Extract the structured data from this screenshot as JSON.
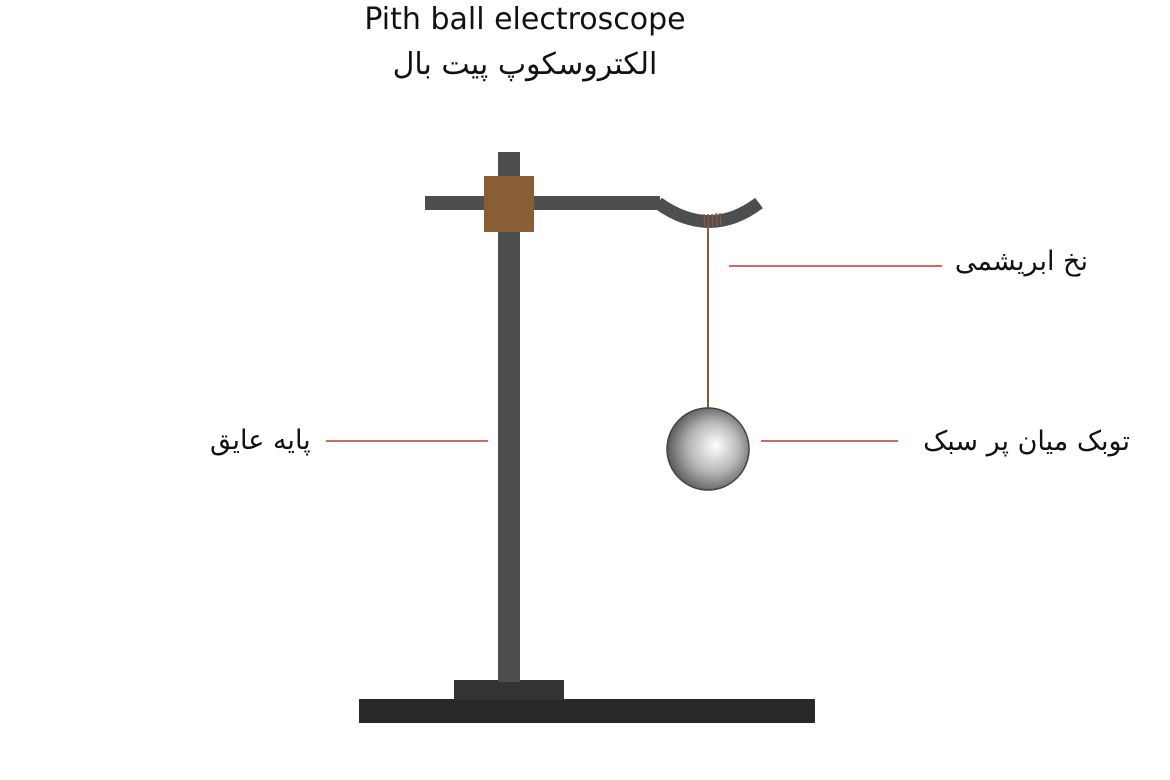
{
  "title": {
    "english": "Pith ball electroscope",
    "persian": "الکتروسکوپ پیت بال"
  },
  "labels": {
    "thread": "نخ ابریشمی",
    "ball": "توبک میان پر سبک",
    "stand": "پایه عایق"
  },
  "colors": {
    "stand": "#4d4e4e",
    "base": "#292929",
    "clamp": "#8a5e34",
    "thread": "#8b5a3c",
    "leader_line": "#c0392b",
    "ball_light": "#ffffff",
    "ball_dark": "#555555"
  }
}
